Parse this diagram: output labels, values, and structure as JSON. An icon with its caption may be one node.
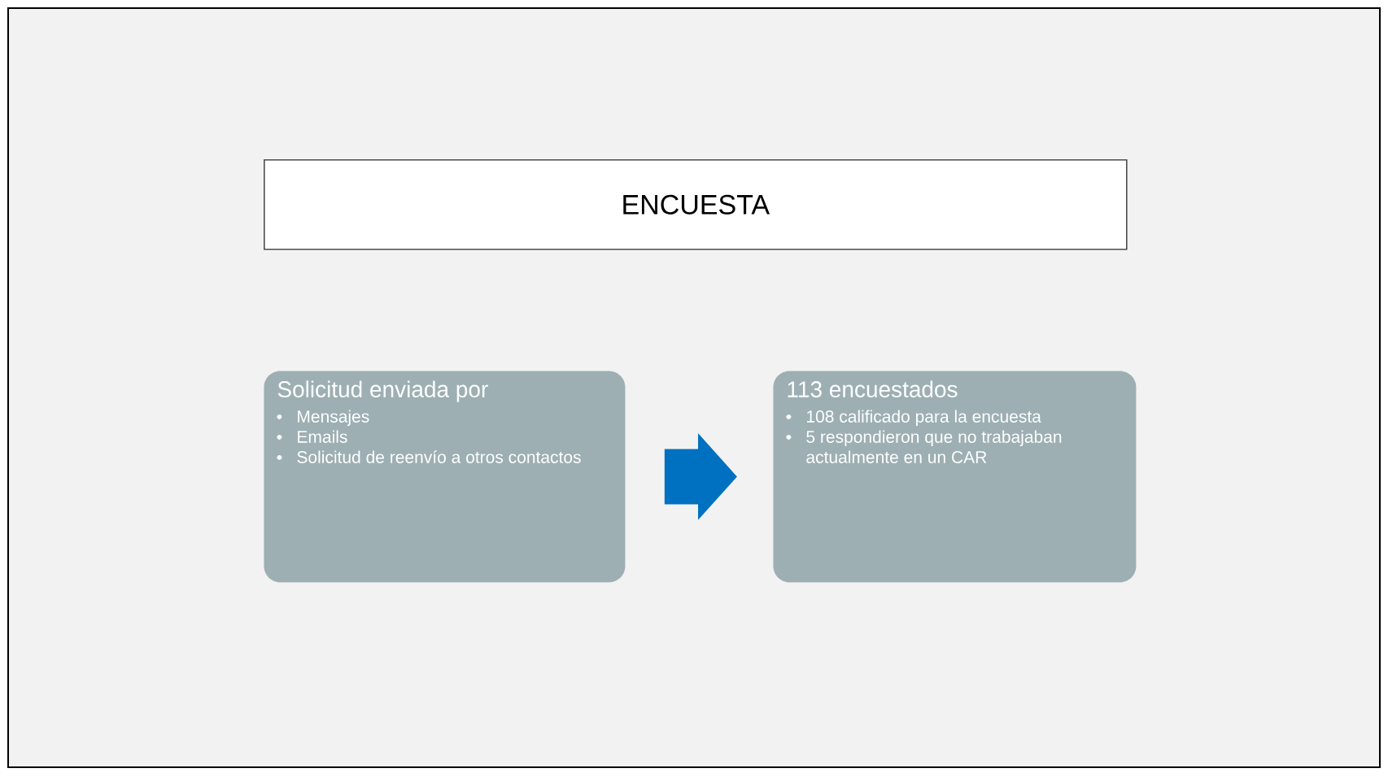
{
  "diagram": {
    "nodes": [
      {
        "text": [
          "ENCUESTA"
        ]
      },
      {
        "text": [
          "Solicitud enviada por",
          "Mensajes",
          "Emails",
          "Solicitud de reenvío a otros contactos"
        ]
      },
      {
        "text": [
          "113 encuestados",
          "108 calificado para la encuesta",
          "5 respondieron que no trabajaban actualmente en un CAR"
        ]
      }
    ],
    "edges": [
      {
        "from": 1,
        "to": 2,
        "arrow": "to",
        "color": "#0070c0"
      }
    ]
  }
}
